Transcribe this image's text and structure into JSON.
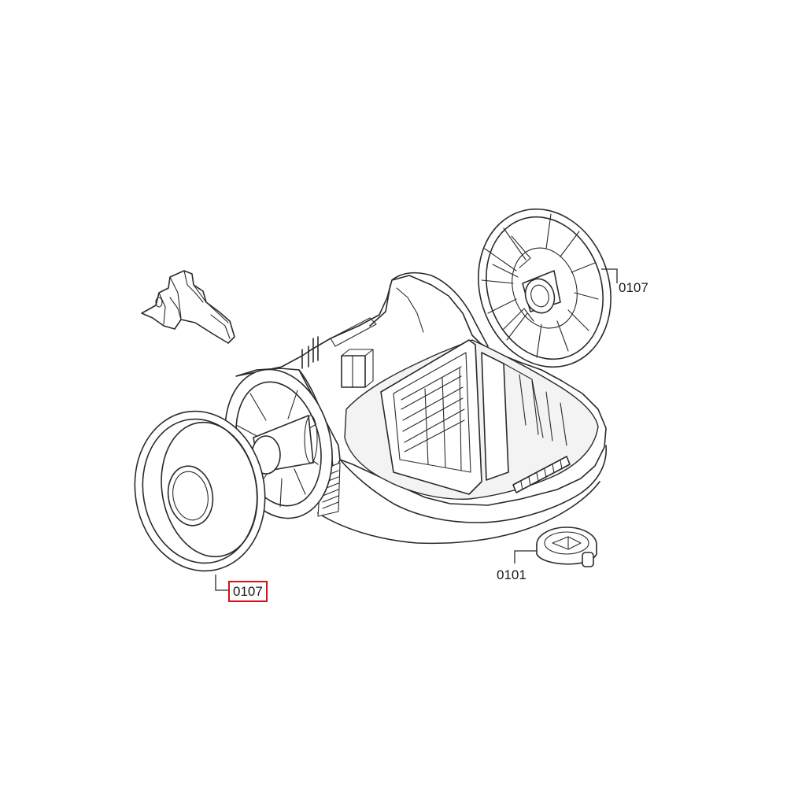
{
  "callouts": {
    "wheel_right": "0107",
    "wheel_left": "0107",
    "castor": "0101"
  },
  "colors": {
    "line": "#2a2a2a",
    "highlight": "#d0121b",
    "background": "#ffffff"
  }
}
